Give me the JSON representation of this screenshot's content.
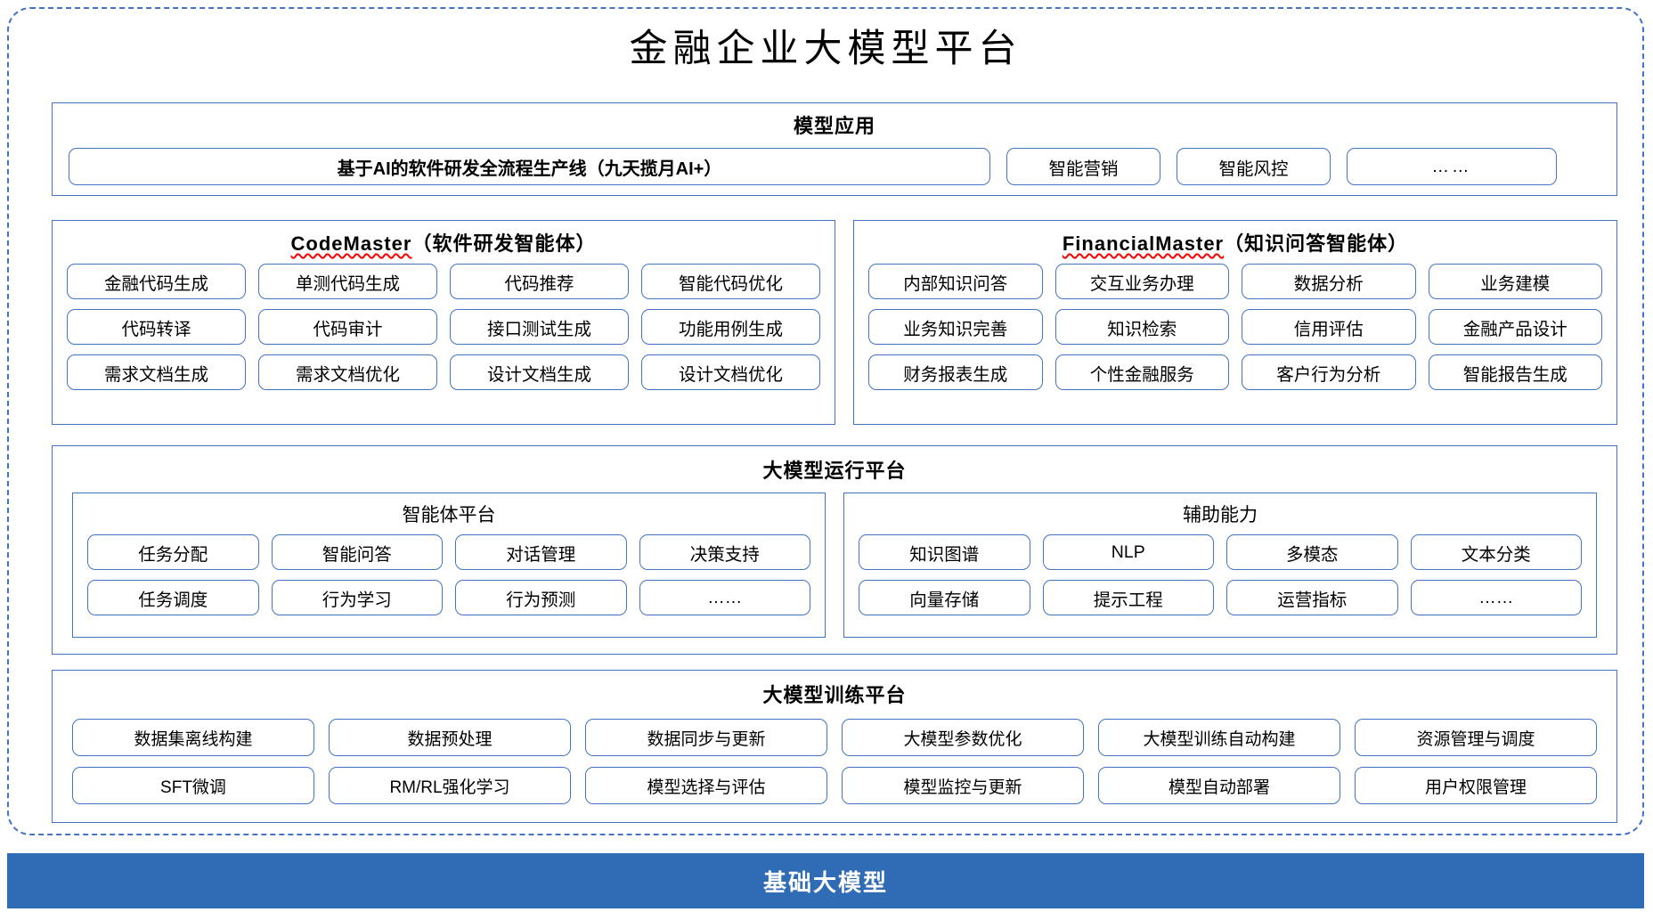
{
  "title": "金融企业大模型平台",
  "colors": {
    "border_blue": "#4472c4",
    "footer_blue": "#2f6cb5",
    "spellcheck_red": "#ff0000",
    "background": "#ffffff"
  },
  "layers": {
    "applications": {
      "title": "模型应用",
      "primary_item": "基于AI的软件研发全流程生产线（九天揽月AI+）",
      "items": [
        "智能营销",
        "智能风控"
      ],
      "more": "……"
    },
    "agents": [
      {
        "name": "CodeMaster",
        "name_suffix": "（软件研发智能体）",
        "spellchecked": true,
        "items": [
          "金融代码生成",
          "单测代码生成",
          "代码推荐",
          "智能代码优化",
          "代码转译",
          "代码审计",
          "接口测试生成",
          "功能用例生成",
          "需求文档生成",
          "需求文档优化",
          "设计文档生成",
          "设计文档优化"
        ]
      },
      {
        "name": "FinancialMaster",
        "name_suffix": "（知识问答智能体）",
        "spellchecked": true,
        "items": [
          "内部知识问答",
          "交互业务办理",
          "数据分析",
          "业务建模",
          "业务知识完善",
          "知识检索",
          "信用评估",
          "金融产品设计",
          "财务报表生成",
          "个性金融服务",
          "客户行为分析",
          "智能报告生成"
        ]
      }
    ],
    "runtime": {
      "title": "大模型运行平台",
      "subpanels": [
        {
          "title": "智能体平台",
          "items": [
            "任务分配",
            "智能问答",
            "对话管理",
            "决策支持",
            "任务调度",
            "行为学习",
            "行为预测",
            "……"
          ]
        },
        {
          "title": "辅助能力",
          "items": [
            "知识图谱",
            "NLP",
            "多模态",
            "文本分类",
            "向量存储",
            "提示工程",
            "运营指标",
            "……"
          ]
        }
      ]
    },
    "training": {
      "title": "大模型训练平台",
      "items": [
        "数据集离线构建",
        "数据预处理",
        "数据同步与更新",
        "大模型参数优化",
        "大模型训练自动构建",
        "资源管理与调度",
        "SFT微调",
        "RM/RL强化学习",
        "模型选择与评估",
        "模型监控与更新",
        "模型自动部署",
        "用户权限管理"
      ]
    }
  },
  "footer": {
    "label": "基础大模型"
  }
}
